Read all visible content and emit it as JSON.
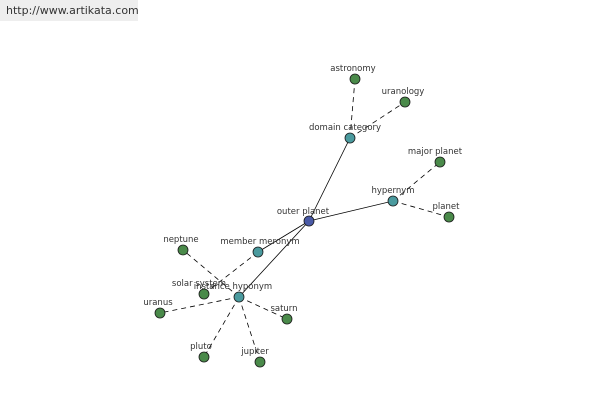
{
  "header": {
    "url": "http://www.artikata.com"
  },
  "colors": {
    "center_node": "#4a5aa6",
    "relation_node": "#4a9a9e",
    "term_node": "#4a8a4a",
    "edge": "#000000"
  },
  "graph": {
    "center": {
      "id": "outer-planet",
      "label": "outer planet"
    },
    "relations": [
      {
        "id": "domain-category",
        "label": "domain category"
      },
      {
        "id": "hypernym",
        "label": "hypernym"
      },
      {
        "id": "member-meronym",
        "label": "member meronym"
      },
      {
        "id": "instance-hyponym",
        "label": "instance hyponym"
      }
    ],
    "terms": [
      {
        "id": "astronomy",
        "label": "astronomy",
        "relation": "domain-category"
      },
      {
        "id": "uranology",
        "label": "uranology",
        "relation": "domain-category"
      },
      {
        "id": "major-planet",
        "label": "major planet",
        "relation": "hypernym"
      },
      {
        "id": "planet",
        "label": "planet",
        "relation": "hypernym"
      },
      {
        "id": "solar-system",
        "label": "solar system",
        "relation": "member-meronym"
      },
      {
        "id": "neptune",
        "label": "neptune",
        "relation": "instance-hyponym"
      },
      {
        "id": "uranus",
        "label": "uranus",
        "relation": "instance-hyponym"
      },
      {
        "id": "pluto",
        "label": "pluto",
        "relation": "instance-hyponym"
      },
      {
        "id": "jupiter",
        "label": "jupiter",
        "relation": "instance-hyponym"
      },
      {
        "id": "saturn",
        "label": "saturn",
        "relation": "instance-hyponym"
      }
    ]
  }
}
